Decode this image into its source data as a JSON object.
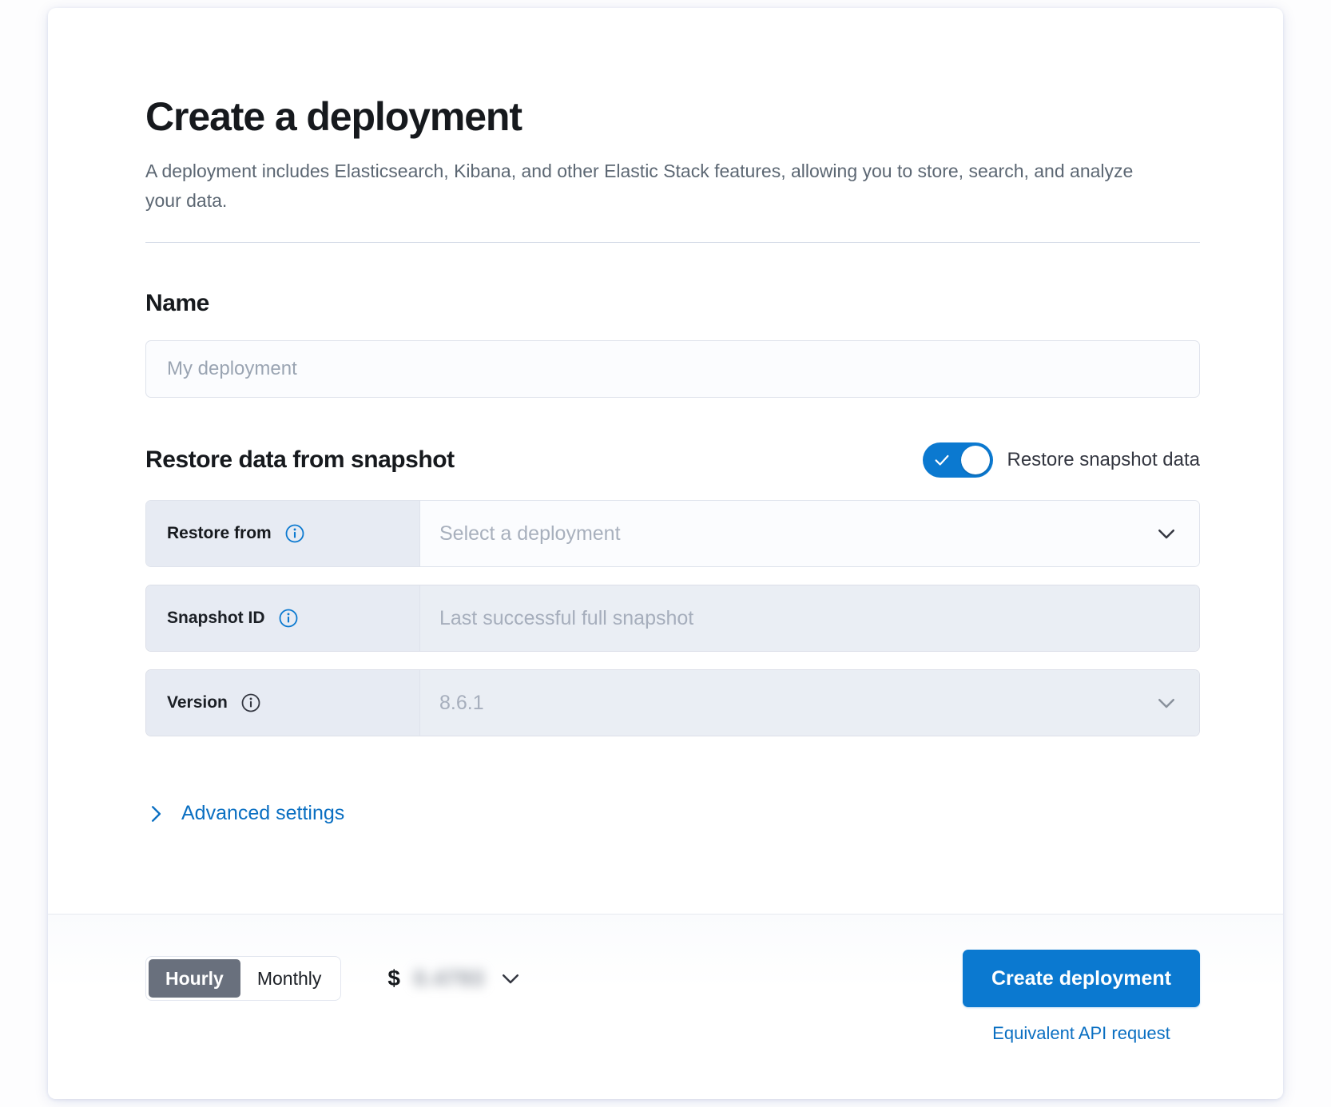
{
  "header": {
    "title": "Create a deployment",
    "subtitle": "A deployment includes Elasticsearch, Kibana, and other Elastic Stack features, allowing you to store, search, and analyze your data."
  },
  "name_section": {
    "heading": "Name",
    "input_value": "",
    "placeholder": "My deployment"
  },
  "snapshot_section": {
    "heading": "Restore data from snapshot",
    "toggle_label": "Restore snapshot data",
    "toggle_on": true,
    "rows": [
      {
        "label": "Restore from",
        "value": "Select a deployment",
        "is_placeholder": true,
        "disabled": false,
        "has_chevron": true,
        "info_icon": "info-icon"
      },
      {
        "label": "Snapshot ID",
        "value": "Last successful full snapshot",
        "is_placeholder": true,
        "disabled": true,
        "has_chevron": false,
        "info_icon": "info-icon"
      },
      {
        "label": "Version",
        "value": "8.6.1",
        "is_placeholder": false,
        "disabled": true,
        "has_chevron": true,
        "info_icon": "info-icon"
      }
    ]
  },
  "advanced": {
    "label": "Advanced settings",
    "icon": "chevron-right-icon"
  },
  "footer": {
    "billing_options": [
      {
        "label": "Hourly",
        "active": true
      },
      {
        "label": "Monthly",
        "active": false
      }
    ],
    "price_currency": "$",
    "price_value": "0.4793",
    "price_chevron": "chevron-down-icon",
    "create_button": "Create deployment",
    "api_link": "Equivalent API request"
  },
  "colors": {
    "accent_blue": "#0b79d0",
    "link_blue": "#0a6fc2",
    "segment_active": "#69707d",
    "label_bg": "#e7ebf3",
    "disabled_field_bg": "#eaeef4"
  }
}
